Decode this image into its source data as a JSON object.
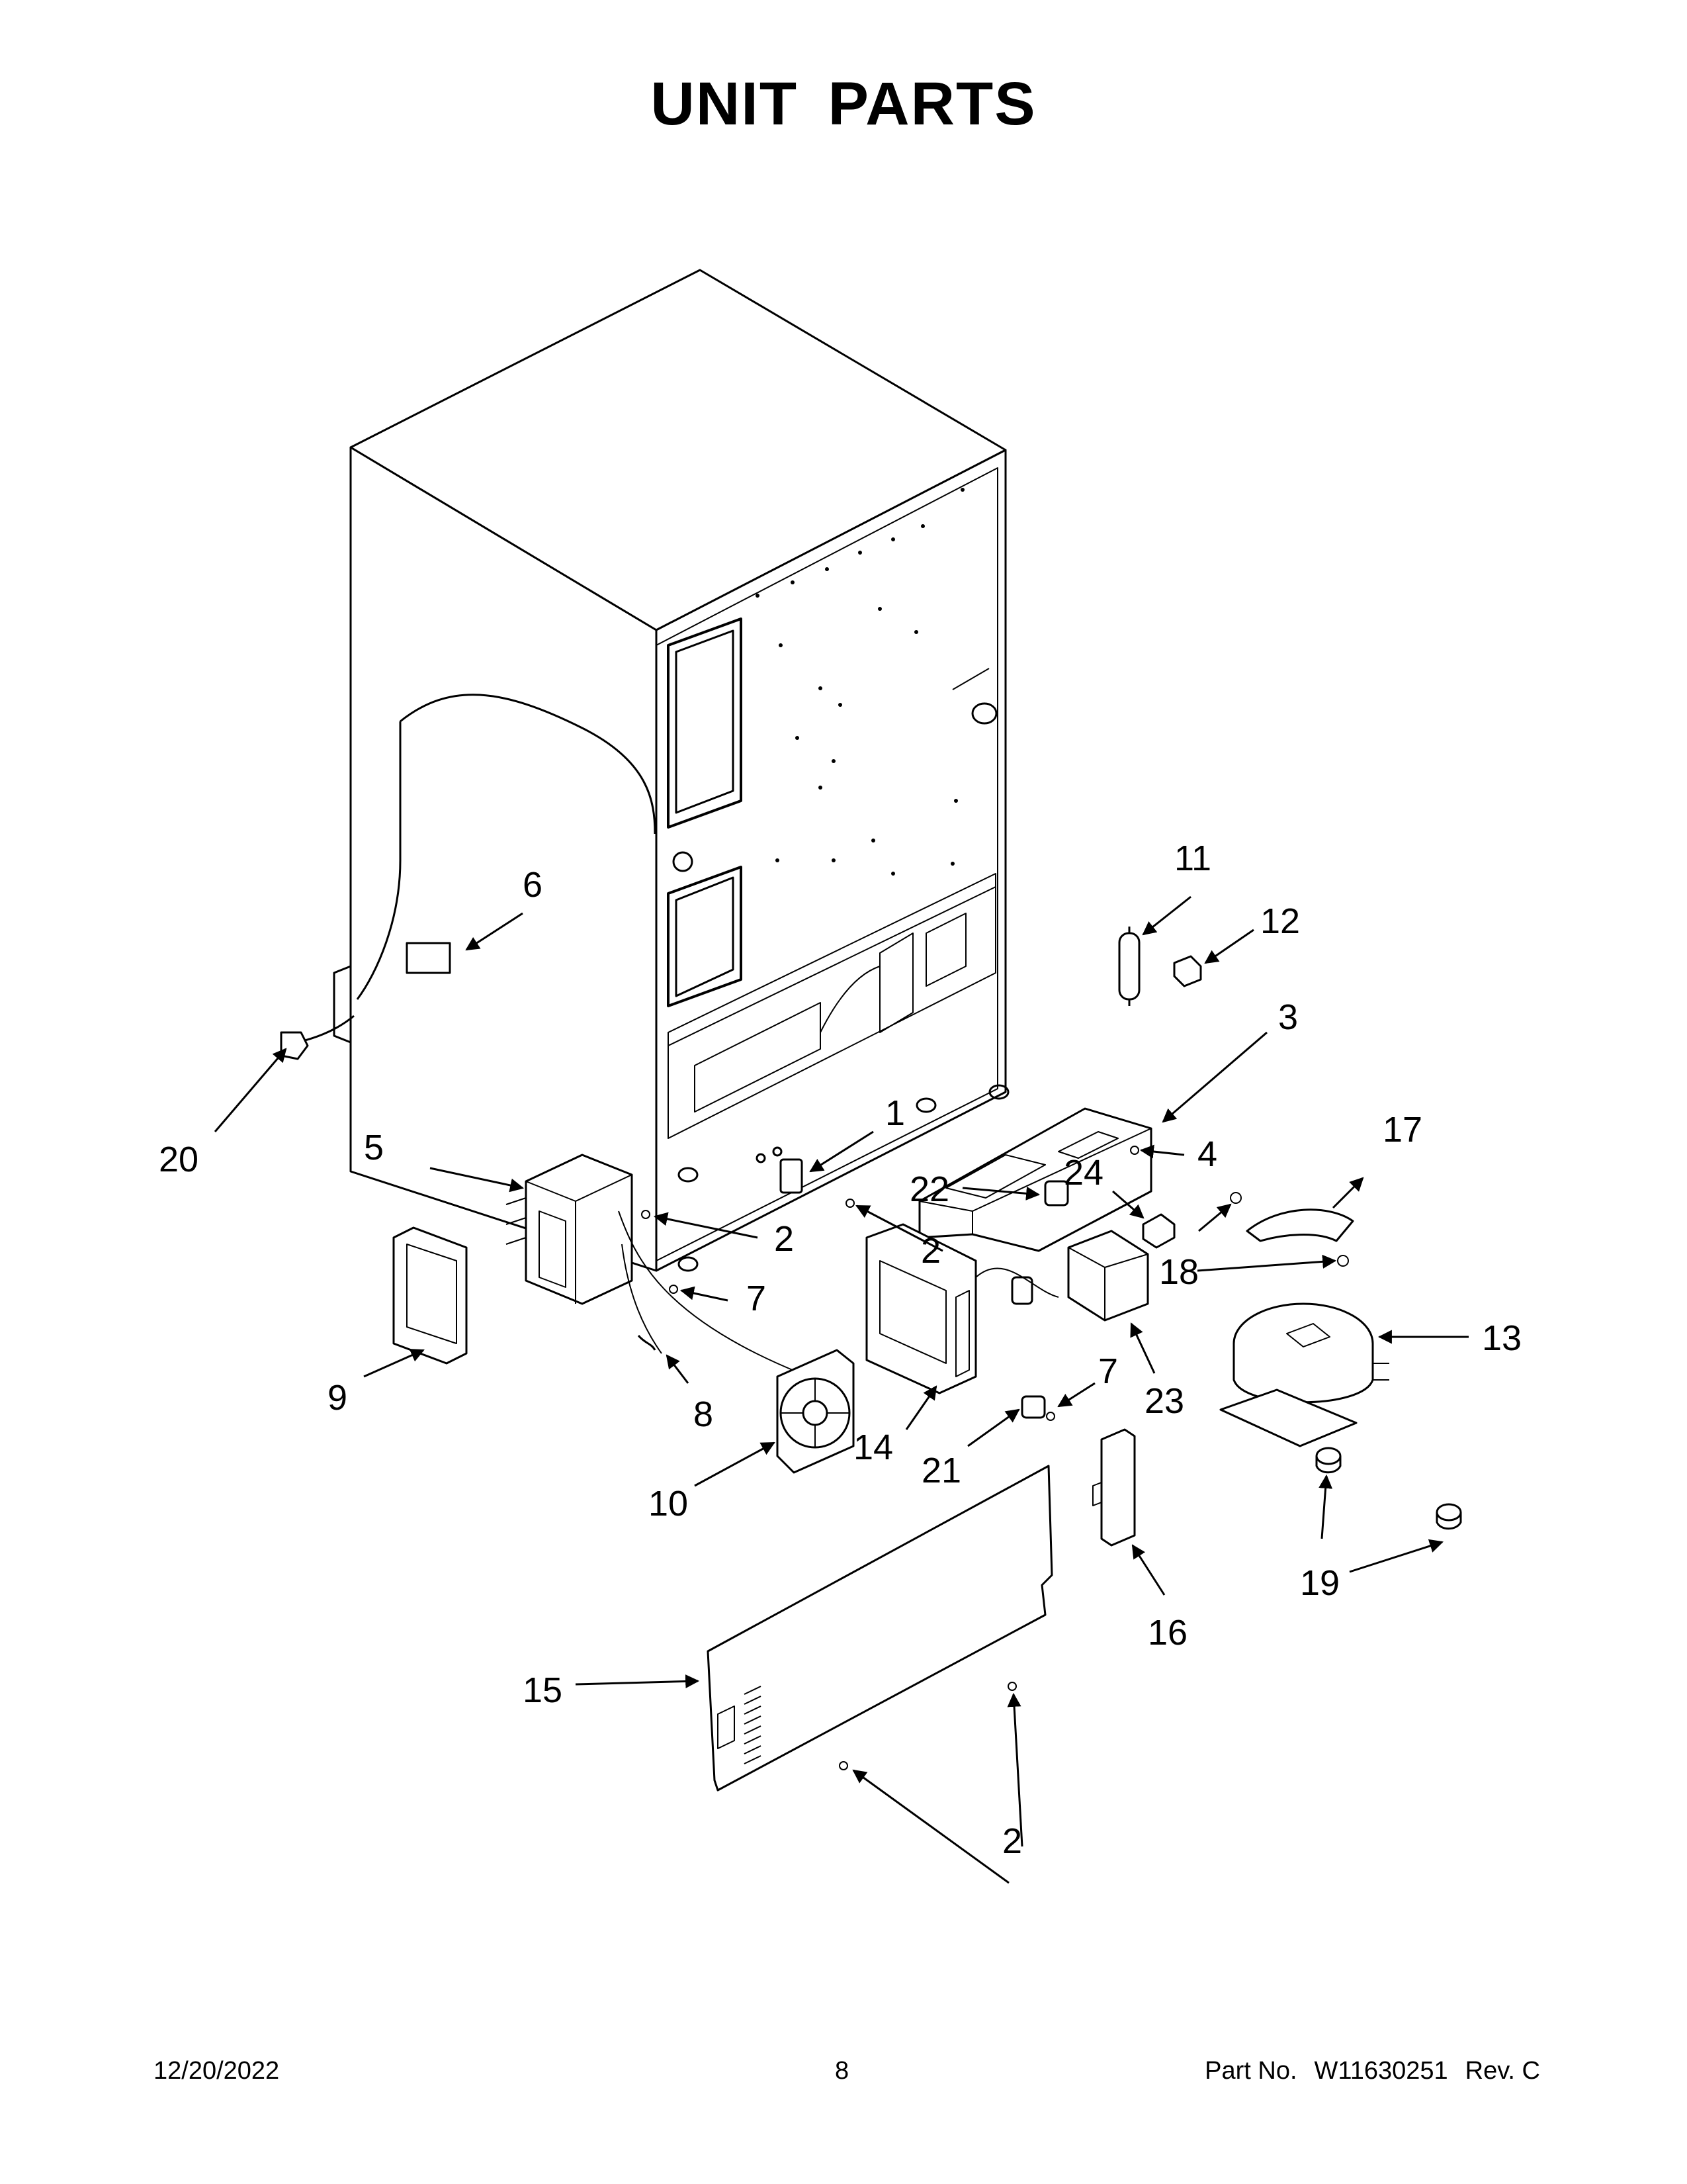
{
  "page": {
    "title": "UNIT PARTS",
    "footer": {
      "date": "12/20/2022",
      "page_number": "8",
      "part_label": "Part No.",
      "part_number": "W11630251",
      "revision": "Rev. C"
    }
  },
  "callouts": {
    "c1": "1",
    "c2a": "2",
    "c2b": "2",
    "c2c": "2",
    "c3": "3",
    "c4": "4",
    "c5": "5",
    "c6": "6",
    "c7a": "7",
    "c7b": "7",
    "c8": "8",
    "c9": "9",
    "c10": "10",
    "c11": "11",
    "c12": "12",
    "c13": "13",
    "c14": "14",
    "c15": "15",
    "c16": "16",
    "c17": "17",
    "c18": "18",
    "c19": "19",
    "c20": "20",
    "c21": "21",
    "c22": "22",
    "c23": "23",
    "c24": "24"
  }
}
